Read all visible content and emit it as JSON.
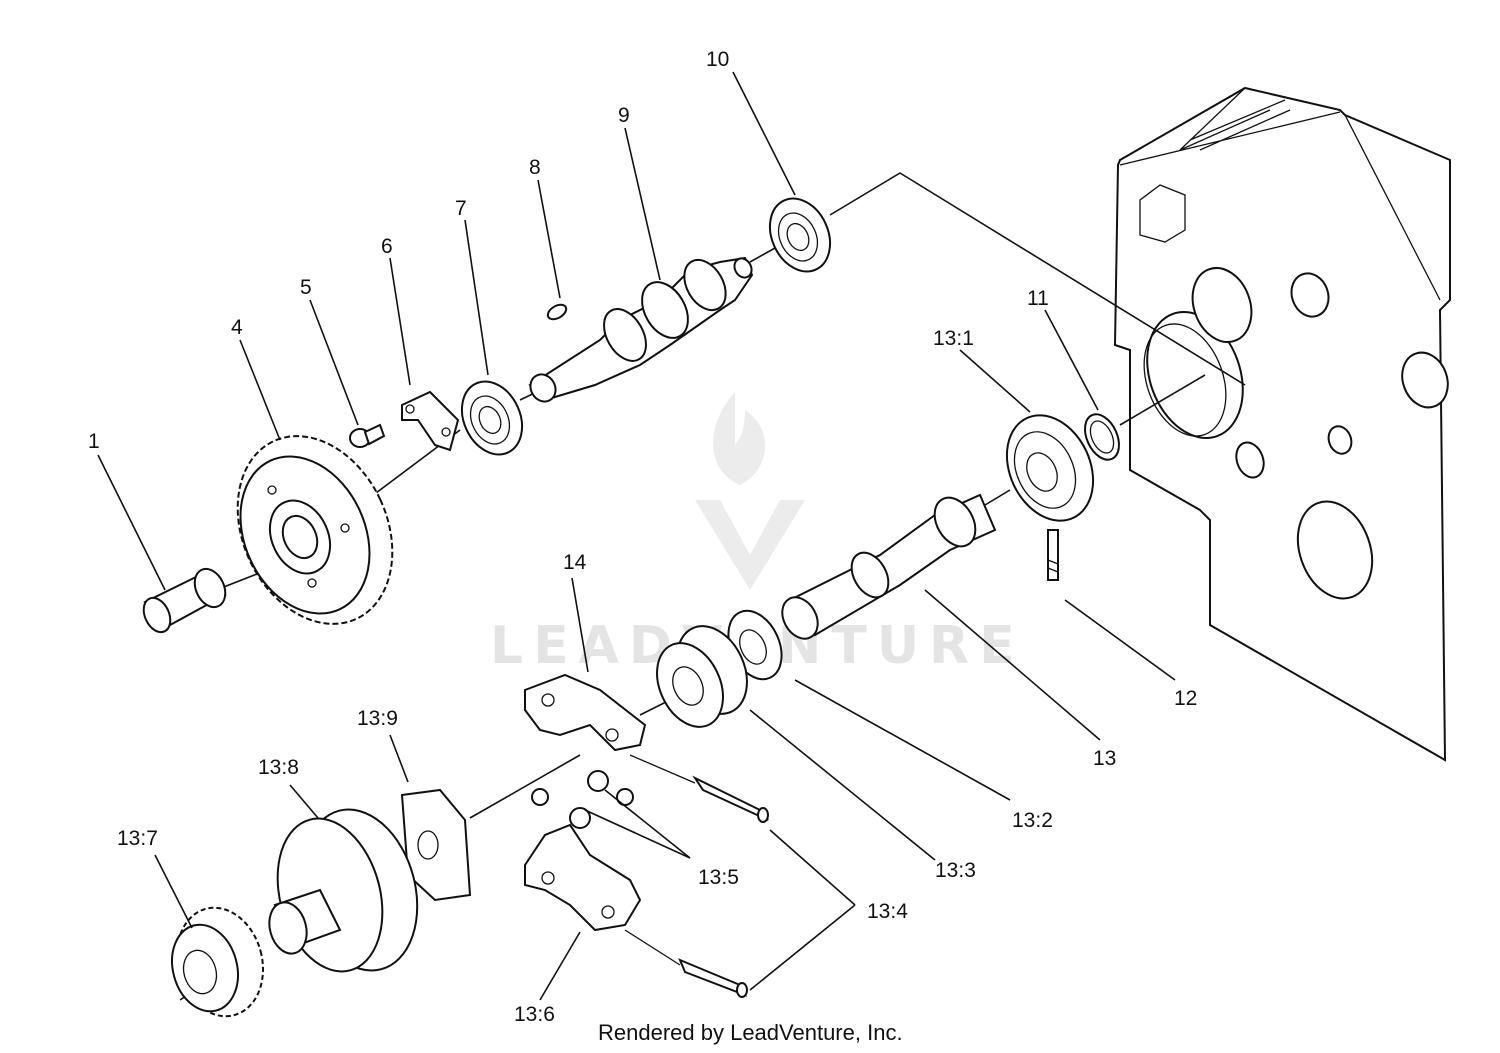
{
  "labels": {
    "p1": "1",
    "p4": "4",
    "p5": "5",
    "p6": "6",
    "p7": "7",
    "p8": "8",
    "p9": "9",
    "p10": "10",
    "p11": "11",
    "p12": "12",
    "p13": "13",
    "p14": "14",
    "p13_1": "13:1",
    "p13_2": "13:2",
    "p13_3": "13:3",
    "p13_4": "13:4",
    "p13_5": "13:5",
    "p13_6": "13:6",
    "p13_7": "13:7",
    "p13_8": "13:8",
    "p13_9": "13:9"
  },
  "watermark": "LEADVENTURE",
  "footer": "Rendered by LeadVenture, Inc.",
  "colors": {
    "line": "#111111",
    "watermark": "#e4e4e4",
    "background": "#ffffff"
  }
}
